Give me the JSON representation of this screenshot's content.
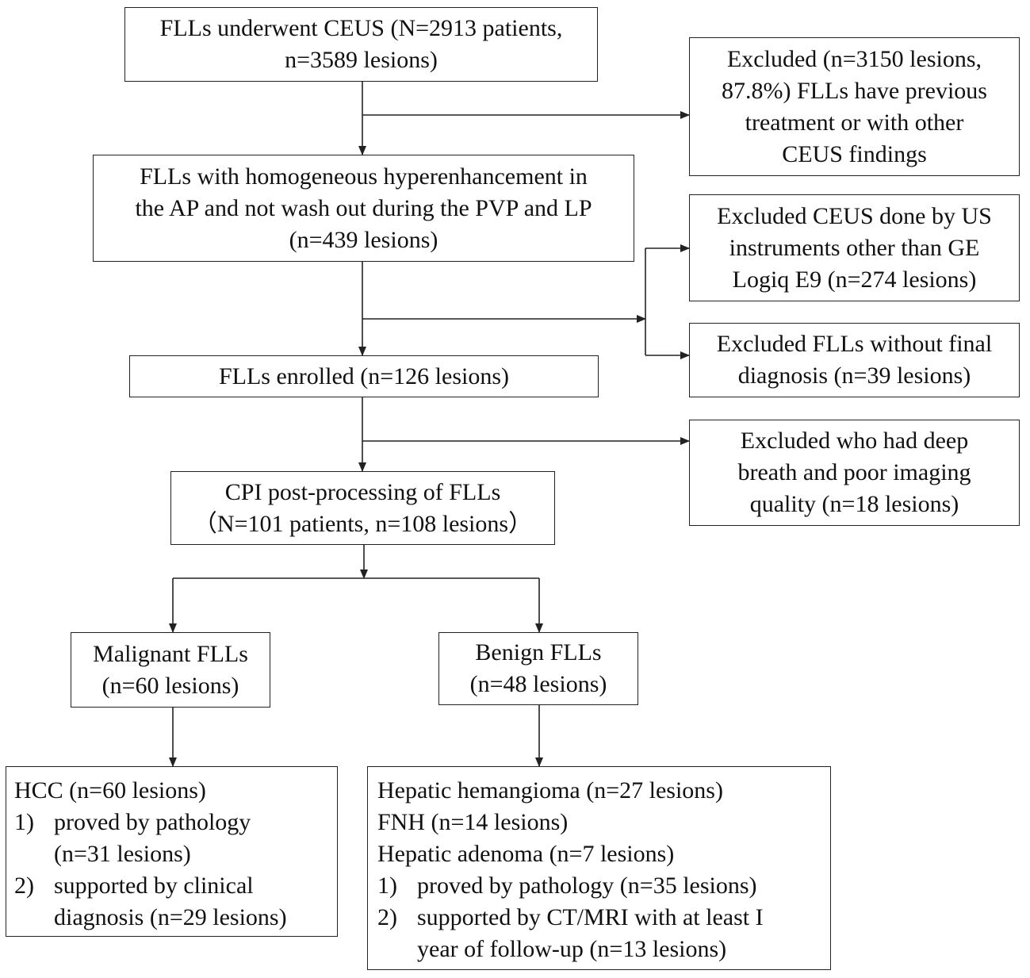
{
  "boxes": {
    "top": [
      "FLLs underwent CEUS (N=2913 patients,",
      "n=3589 lesions)"
    ],
    "excluded1": [
      "Excluded  (n=3150 lesions,",
      "87.8%) FLLs have previous",
      "treatment or with other",
      "CEUS findings"
    ],
    "homogeneous": [
      "FLLs with homogeneous hyperenhancement in",
      "the AP and not wash out during the PVP and LP",
      "(n=439 lesions)"
    ],
    "excluded2": [
      "Excluded CEUS done by US",
      "instruments other than GE",
      "Logiq E9 (n=274 lesions)"
    ],
    "excluded3": [
      "Excluded FLLs without final",
      "diagnosis (n=39 lesions)"
    ],
    "enrolled": [
      "FLLs enrolled (n=126 lesions)"
    ],
    "excluded4": [
      "Excluded who had deep",
      "breath and poor imaging",
      "quality (n=18 lesions)"
    ],
    "cpi": [
      "CPI  post-processing of FLLs",
      "（N=101 patients, n=108 lesions）"
    ],
    "malignant": [
      "Malignant FLLs",
      "(n=60 lesions)"
    ],
    "benign": [
      "Benign FLLs",
      "(n=48 lesions)"
    ],
    "hcc": {
      "title": "HCC (n=60 lesions)",
      "items": [
        {
          "num": "1)",
          "text": [
            "proved by pathology",
            "(n=31 lesions)"
          ]
        },
        {
          "num": "2)",
          "text": [
            "supported by clinical",
            "diagnosis (n=29 lesions)"
          ]
        }
      ]
    },
    "benign_detail": {
      "lines": [
        "Hepatic hemangioma (n=27 lesions)",
        "FNH (n=14 lesions)",
        "Hepatic adenoma (n=7 lesions)"
      ],
      "items": [
        {
          "num": "1)",
          "text": [
            "proved by pathology (n=35 lesions)"
          ]
        },
        {
          "num": "2)",
          "text": [
            "supported by CT/MRI with at least I",
            "year of follow-up (n=13 lesions)"
          ]
        }
      ]
    }
  }
}
